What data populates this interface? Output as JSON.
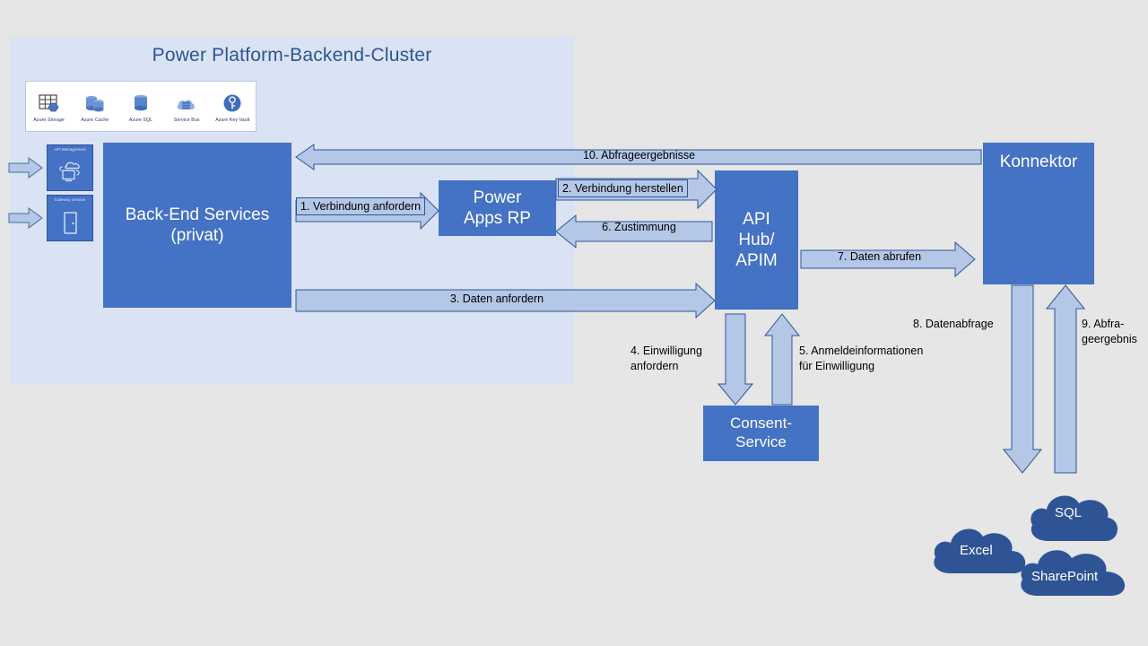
{
  "diagram": {
    "title": "Power Platform-Backend-Cluster",
    "colors": {
      "canvas": "#e6e6e6",
      "cluster_panel": "#dae3f3",
      "node_blue": "#4472c4",
      "arrow_fill": "#b4c7e7",
      "arrow_stroke": "#2f5597",
      "title_text": "#2f5496",
      "cloud_blue": "#2e5496"
    }
  },
  "azure_services": [
    {
      "label": "Azure Storage",
      "icon": "azure-storage-icon"
    },
    {
      "label": "Azure Cache",
      "icon": "azure-cache-icon"
    },
    {
      "label": "Azure SQL",
      "icon": "azure-sql-icon"
    },
    {
      "label": "Service Bus",
      "icon": "service-bus-icon"
    },
    {
      "label": "Azure Key Vault",
      "icon": "azure-key-vault-icon"
    }
  ],
  "left_services": [
    {
      "label": "API Management",
      "icon": "api-management-icon"
    },
    {
      "label": "Gateway Service",
      "icon": "gateway-service-icon"
    }
  ],
  "nodes": {
    "backend": "Back-End Services\n(privat)",
    "backend_line1": "Back-End Services",
    "backend_line2": "(privat)",
    "powerapps_line1": "Power",
    "powerapps_line2": "Apps RP",
    "apihub_line1": "API",
    "apihub_line2": "Hub/",
    "apihub_line3": "APIM",
    "konnektor": "Konnektor",
    "consent_line1": "Consent-",
    "consent_line2": "Service"
  },
  "flows": [
    {
      "id": 1,
      "label": "1. Verbindung anfordern"
    },
    {
      "id": 2,
      "label": "2. Verbindung herstellen"
    },
    {
      "id": 3,
      "label": "3. Daten anfordern"
    },
    {
      "id": 4,
      "label": "4. Einwilligung anfordern",
      "line1": "4. Einwilligung",
      "line2": "anfordern"
    },
    {
      "id": 5,
      "label": "5. Anmeldeinformationen für Einwilligung",
      "line1": "5. Anmeldeinformationen",
      "line2": "für Einwilligung"
    },
    {
      "id": 6,
      "label": "6. Zustimmung"
    },
    {
      "id": 7,
      "label": "7. Daten abrufen"
    },
    {
      "id": 8,
      "label": "8. Datenabfrage"
    },
    {
      "id": 9,
      "label": "9. Abfrageergebnis",
      "line1": "9. Abfra-",
      "line2": "geergebnis"
    },
    {
      "id": 10,
      "label": "10. Abfrageergebnisse"
    }
  ],
  "data_sources": [
    {
      "label": "SQL"
    },
    {
      "label": "Excel"
    },
    {
      "label": "SharePoint"
    }
  ]
}
